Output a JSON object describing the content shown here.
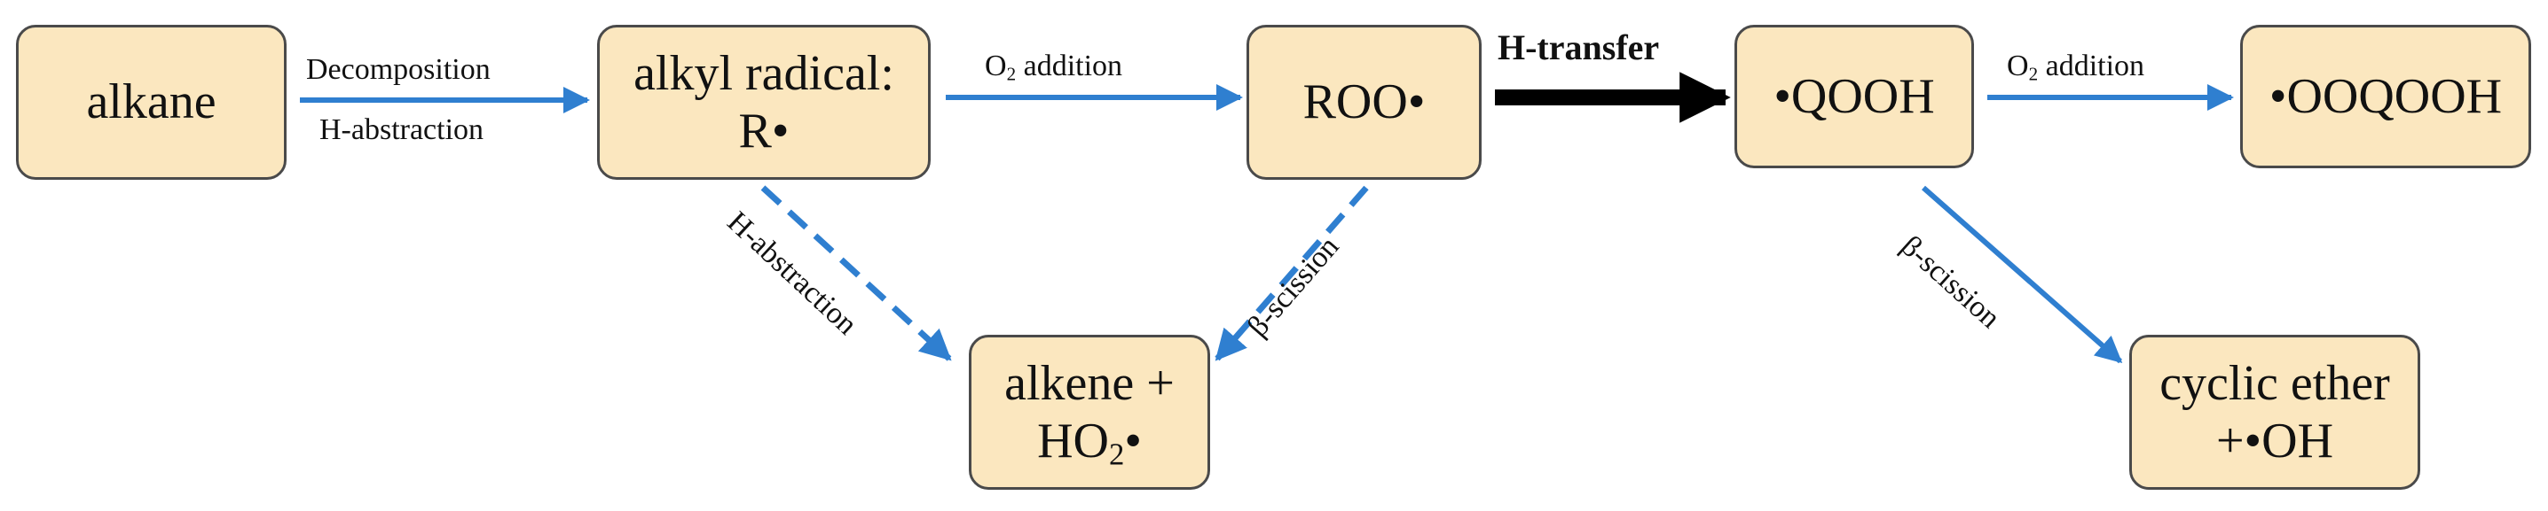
{
  "nodes": {
    "alkane": "alkane",
    "alkyl_radical_line1": "alkyl radical:",
    "alkyl_radical_line2": "R•",
    "roo": "ROO•",
    "qooh": "•QOOH",
    "ooqooh": "•OOQOOH",
    "alkene_line1": "alkene +",
    "alkene_line2_a": "HO",
    "alkene_line2_sub": "2",
    "alkene_line2_b": "•",
    "cyclic_line1": "cyclic ether",
    "cyclic_line2": "+•OH"
  },
  "edges": {
    "alkane_to_radical_top": "Decomposition",
    "alkane_to_radical_bottom": "H-abstraction",
    "radical_to_roo_a": "O",
    "radical_to_roo_sub": "2",
    "radical_to_roo_b": " addition",
    "roo_to_qooh": "H-transfer",
    "qooh_to_ooqooh_a": "O",
    "qooh_to_ooqooh_sub": "2",
    "qooh_to_ooqooh_b": " addition",
    "radical_to_alkene": "H-abstraction",
    "roo_to_alkene": "β-scission",
    "qooh_to_cyclic": "β-scission"
  },
  "colors": {
    "node_fill": "#fbe7bf",
    "node_border": "#4a4a4a",
    "blue_arrow": "#2f7fd0",
    "black_arrow": "#000000"
  }
}
